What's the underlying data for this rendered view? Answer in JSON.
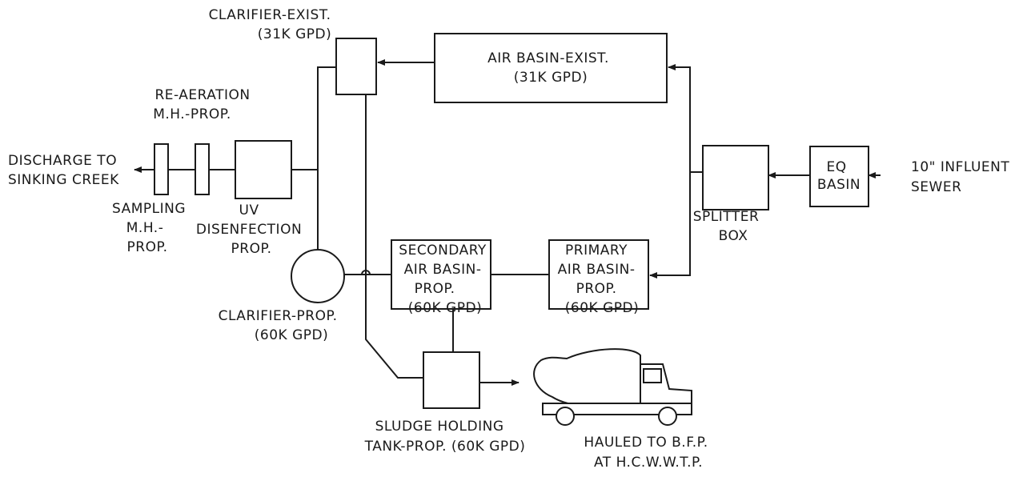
{
  "labels": {
    "clarifier_exist": [
      "CLARIFIER-EXIST.",
      "(31K GPD)"
    ],
    "air_basin_exist": [
      "AIR BASIN-EXIST.",
      "(31K GPD)"
    ],
    "re_aeration": [
      "RE-AERATION",
      "M.H.-PROP."
    ],
    "discharge": [
      "DISCHARGE TO",
      "SINKING CREEK"
    ],
    "sampling": [
      "SAMPLING",
      "M.H.-",
      "PROP."
    ],
    "uv": [
      "UV",
      "DISENFECTION",
      "PROP."
    ],
    "clarifier_prop": [
      "CLARIFIER-PROP.",
      "(60K GPD)"
    ],
    "secondary_air": [
      "SECONDARY",
      "AIR BASIN-",
      "PROP.",
      "(60K GPD)"
    ],
    "primary_air": [
      "PRIMARY",
      "AIR BASIN-",
      "PROP.",
      "(60K GPD)"
    ],
    "splitter": [
      "SPLITTER",
      "BOX"
    ],
    "eq_basin": [
      "EQ",
      "BASIN"
    ],
    "influent": [
      "10\" INFLUENT",
      "SEWER"
    ],
    "sludge": [
      "SLUDGE HOLDING",
      "TANK-PROP. (60K GPD)"
    ],
    "hauled": [
      "HAULED TO B.F.P.",
      "AT H.C.W.W.T.P."
    ]
  }
}
